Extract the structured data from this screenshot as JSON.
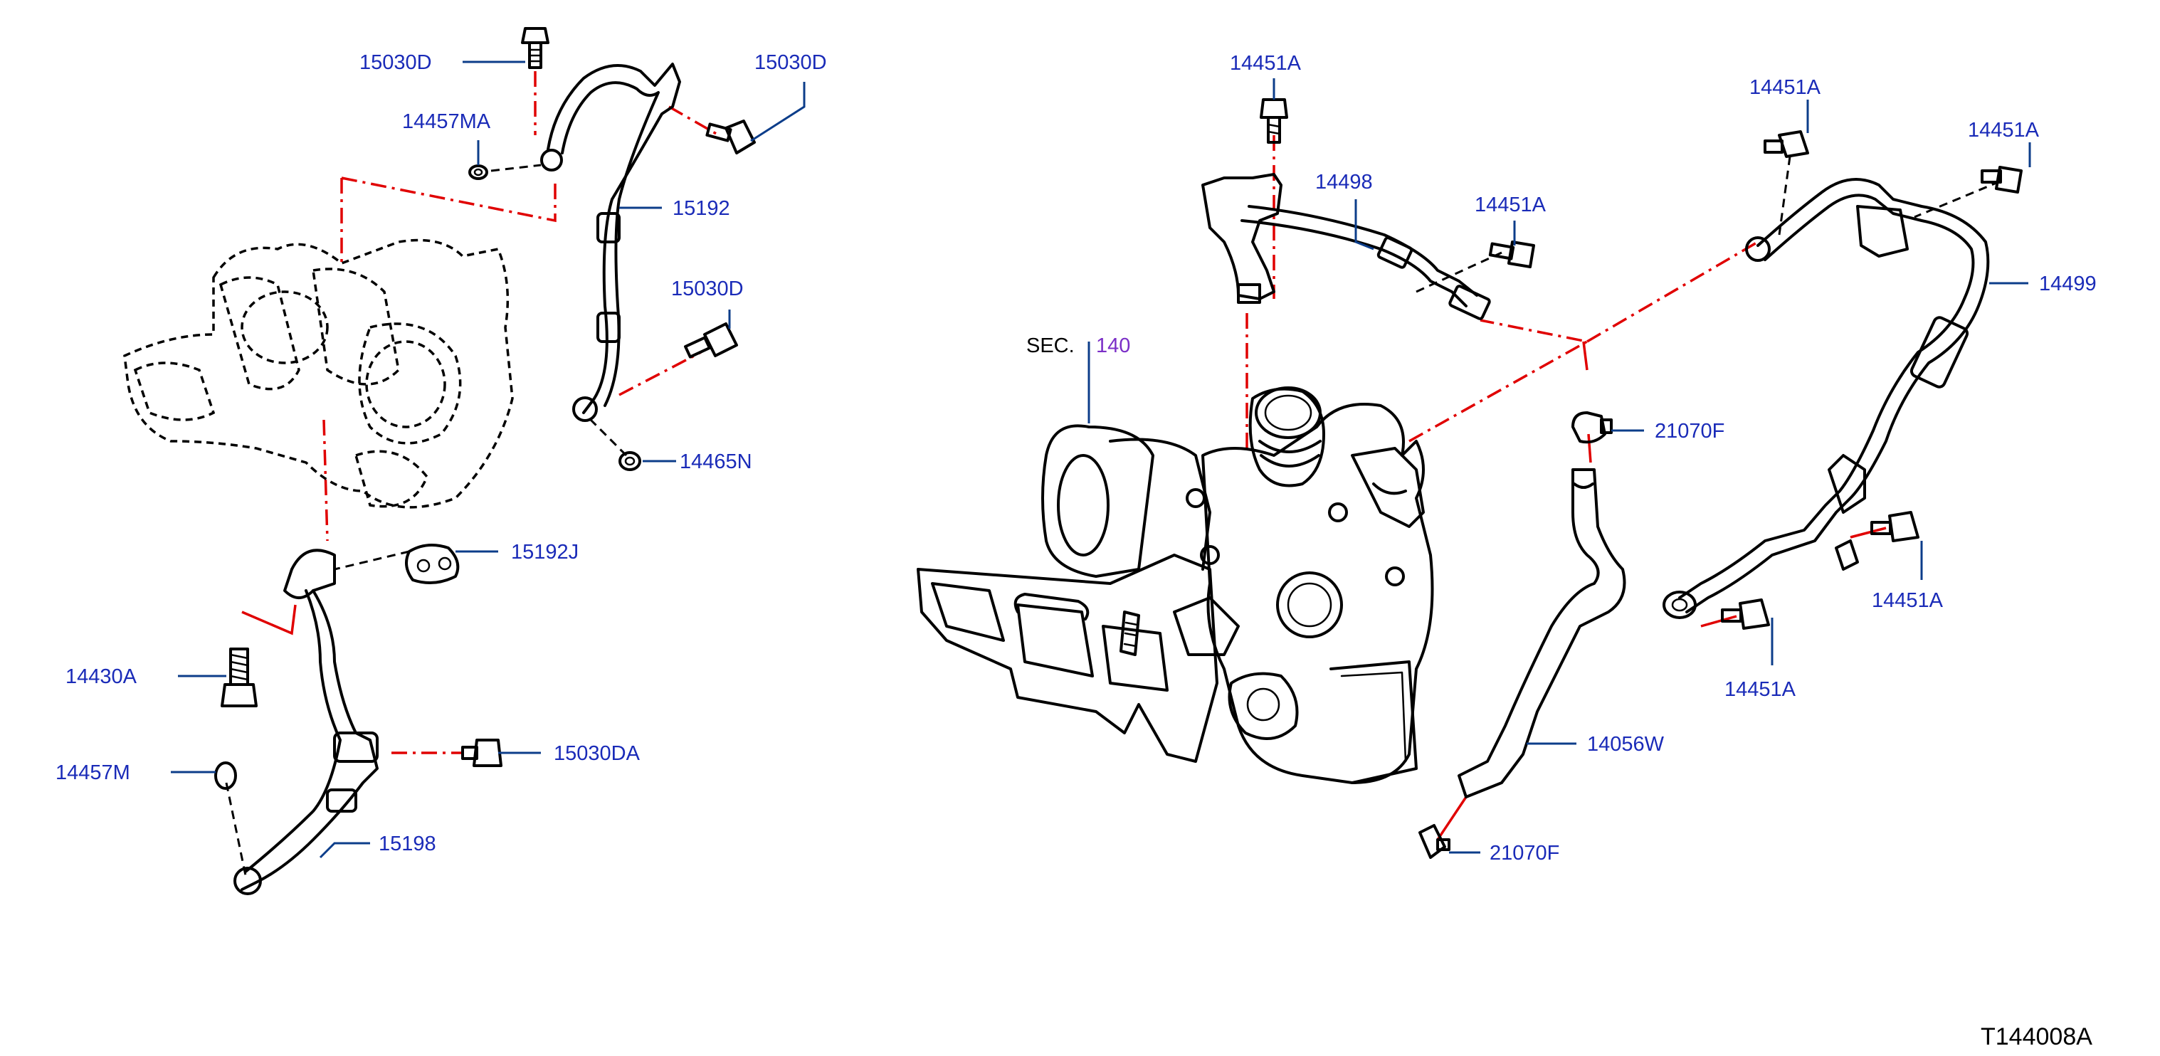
{
  "diagram_id": "T144008A",
  "sec_ref": {
    "prefix": "SEC.",
    "number": "140"
  },
  "colors": {
    "callout": "#1a2bb8",
    "leader": "#0c3d8a",
    "sec_number": "#7b2fc7",
    "connector": "#e00000",
    "line": "#000000"
  },
  "callouts": [
    {
      "id": "c1",
      "text": "15030D"
    },
    {
      "id": "c2",
      "text": "15030D"
    },
    {
      "id": "c3",
      "text": "14457MA"
    },
    {
      "id": "c4",
      "text": "15192"
    },
    {
      "id": "c5",
      "text": "15030D"
    },
    {
      "id": "c6",
      "text": "14465N"
    },
    {
      "id": "c7",
      "text": "15192J"
    },
    {
      "id": "c8",
      "text": "14430A"
    },
    {
      "id": "c9",
      "text": "15030DA"
    },
    {
      "id": "c10",
      "text": "14457M"
    },
    {
      "id": "c11",
      "text": "15198"
    },
    {
      "id": "c12",
      "text": "14451A"
    },
    {
      "id": "c13",
      "text": "14498"
    },
    {
      "id": "c14",
      "text": "14451A"
    },
    {
      "id": "c15",
      "text": "14451A"
    },
    {
      "id": "c16",
      "text": "14451A"
    },
    {
      "id": "c17",
      "text": "14499"
    },
    {
      "id": "c18",
      "text": "21070F"
    },
    {
      "id": "c19",
      "text": "14451A"
    },
    {
      "id": "c20",
      "text": "14451A"
    },
    {
      "id": "c21",
      "text": "14056W"
    },
    {
      "id": "c22",
      "text": "21070F"
    }
  ]
}
